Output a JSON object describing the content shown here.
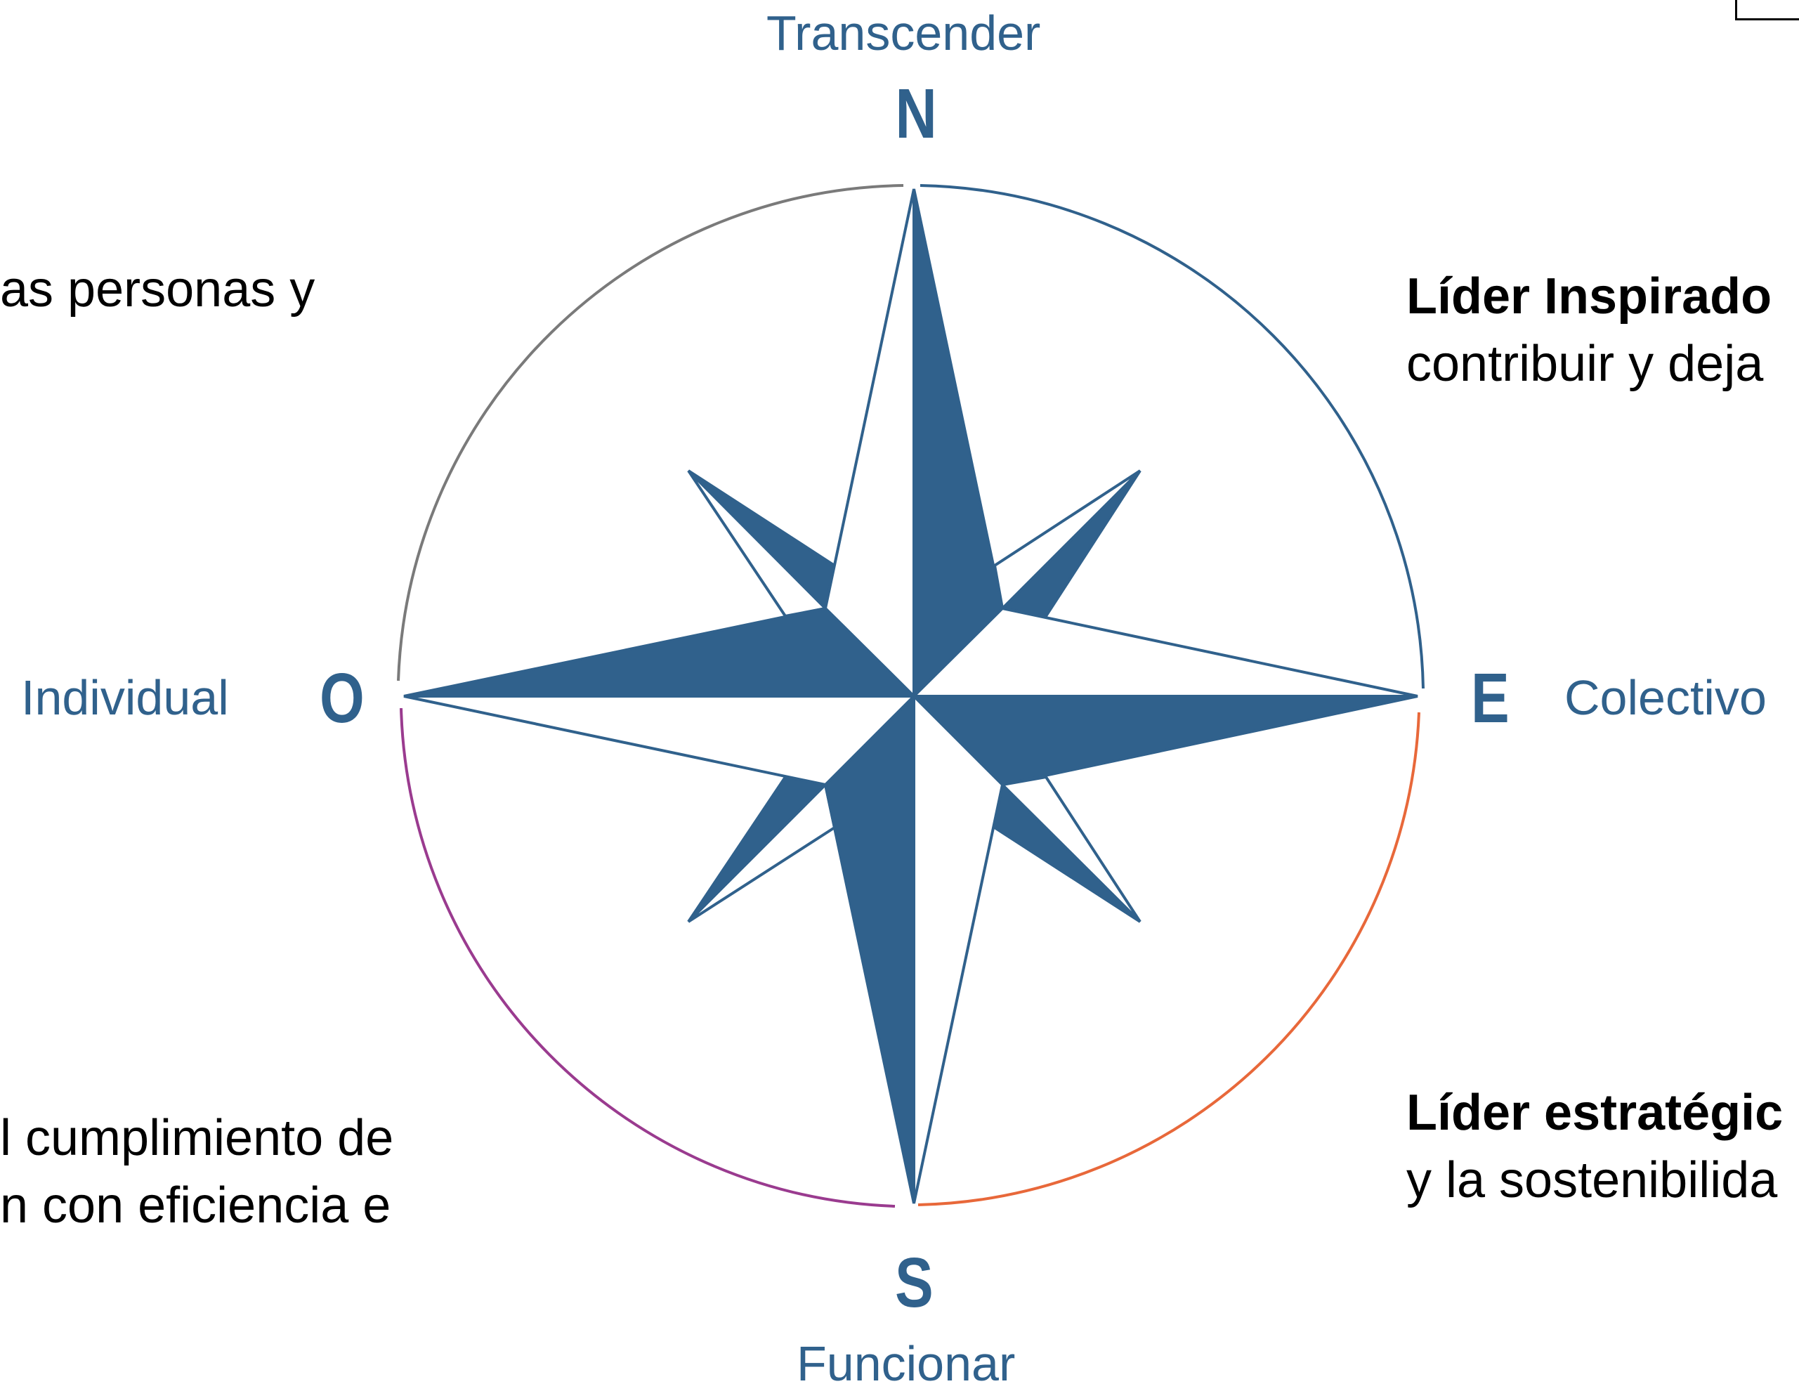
{
  "labels": {
    "north_word": "Transcender",
    "south_word": "Funcionar",
    "west_word": "Individual",
    "east_word": "Colectivo"
  },
  "cardinals": {
    "n": "N",
    "s": "S",
    "w": "O",
    "e": "E"
  },
  "quadrant_text": {
    "top_left_line1": "as personas y",
    "top_right_title": "Líder Inspirado",
    "top_right_line2": "contribuir y deja",
    "bottom_left_line1": "l cumplimiento de",
    "bottom_left_line2": "n con eficiencia e",
    "bottom_right_title": "Líder estratégic",
    "bottom_right_line2": "y la sostenibilida"
  },
  "colors": {
    "primary": "#30618c",
    "arc_north_west": "#7a7a7a",
    "arc_north_east": "#30618c",
    "arc_south_east": "#e8683a",
    "arc_south_west": "#9a3b8f",
    "text": "#000000"
  }
}
